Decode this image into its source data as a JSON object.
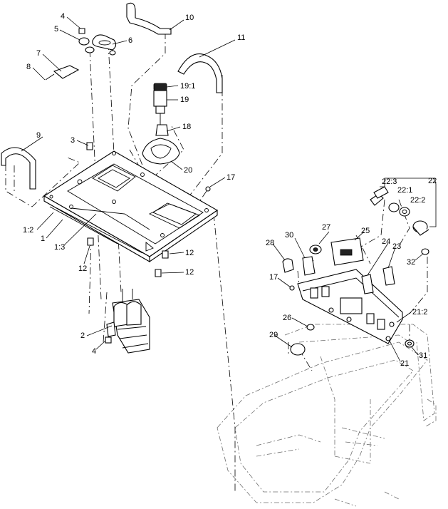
{
  "callouts": [
    {
      "id": "c4a",
      "text": "4"
    },
    {
      "id": "c5",
      "text": "5"
    },
    {
      "id": "c6",
      "text": "6"
    },
    {
      "id": "c7",
      "text": "7"
    },
    {
      "id": "c8",
      "text": "8"
    },
    {
      "id": "c10",
      "text": "10"
    },
    {
      "id": "c11",
      "text": "11"
    },
    {
      "id": "c19_1",
      "text": "19:1"
    },
    {
      "id": "c19",
      "text": "19"
    },
    {
      "id": "c18",
      "text": "18"
    },
    {
      "id": "c9",
      "text": "9"
    },
    {
      "id": "c3",
      "text": "3"
    },
    {
      "id": "c20",
      "text": "20"
    },
    {
      "id": "c17a",
      "text": "17"
    },
    {
      "id": "c22_3",
      "text": "22:3"
    },
    {
      "id": "c22",
      "text": "22"
    },
    {
      "id": "c22_1",
      "text": "22:1"
    },
    {
      "id": "c22_2",
      "text": "22:2"
    },
    {
      "id": "c1_2",
      "text": "1:2"
    },
    {
      "id": "c1",
      "text": "1"
    },
    {
      "id": "c1_3",
      "text": "1:3"
    },
    {
      "id": "c12a",
      "text": "12"
    },
    {
      "id": "c12b",
      "text": "12"
    },
    {
      "id": "c12c",
      "text": "12"
    },
    {
      "id": "c27",
      "text": "27"
    },
    {
      "id": "c25",
      "text": "25"
    },
    {
      "id": "c30",
      "text": "30"
    },
    {
      "id": "c28",
      "text": "28"
    },
    {
      "id": "c24",
      "text": "24"
    },
    {
      "id": "c23",
      "text": "23"
    },
    {
      "id": "c32",
      "text": "32"
    },
    {
      "id": "c17b",
      "text": "17"
    },
    {
      "id": "c26",
      "text": "26"
    },
    {
      "id": "c21_2",
      "text": "21:2"
    },
    {
      "id": "c29",
      "text": "29"
    },
    {
      "id": "c31",
      "text": "31"
    },
    {
      "id": "c21",
      "text": "21"
    },
    {
      "id": "c2",
      "text": "2"
    },
    {
      "id": "c4b",
      "text": "4"
    }
  ]
}
